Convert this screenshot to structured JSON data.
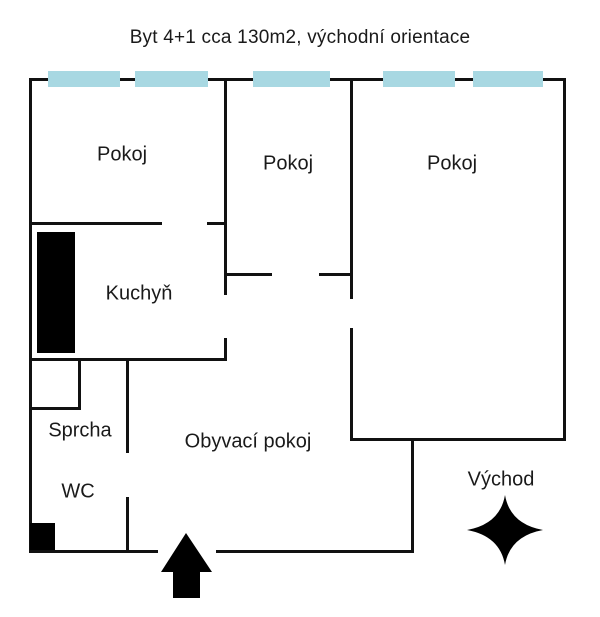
{
  "title": "Byt 4+1 cca 130m2, východní orientace",
  "rooms": {
    "pokoj1": "Pokoj",
    "pokoj2": "Pokoj",
    "pokoj3": "Pokoj",
    "kitchen": "Kuchyň",
    "shower": "Sprcha",
    "wc": "WC",
    "living": "Obyvací pokoj",
    "compass_label": "Východ"
  },
  "icons": {
    "entrance_arrow": "up-arrow-entrance-marker",
    "compass": "four-point-star-east-marker"
  },
  "colors": {
    "wall": "#111111",
    "window": "#a8d8e2",
    "fixture": "#000000",
    "text": "#1a1a1a",
    "background": "#ffffff"
  }
}
